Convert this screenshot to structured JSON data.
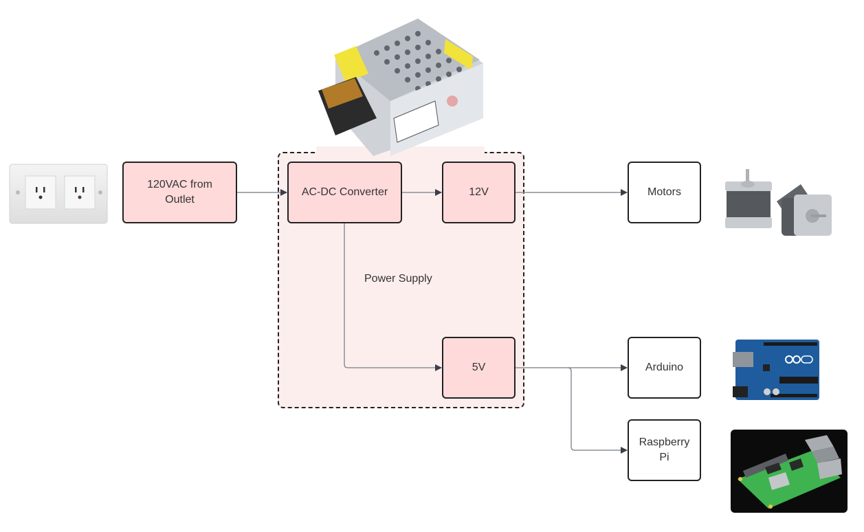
{
  "diagram": {
    "group": {
      "label": "Power Supply"
    },
    "nodes": {
      "outlet_source": {
        "label": "120VAC from Outlet"
      },
      "converter": {
        "label": "AC-DC Converter"
      },
      "v12": {
        "label": "12V"
      },
      "v5": {
        "label": "5V"
      },
      "motors": {
        "label": "Motors"
      },
      "arduino": {
        "label": "Arduino"
      },
      "raspberry_pi": {
        "label": "Raspberry Pi"
      }
    },
    "edges": [
      {
        "from": "120VAC from Outlet",
        "to": "AC-DC Converter"
      },
      {
        "from": "AC-DC Converter",
        "to": "12V"
      },
      {
        "from": "AC-DC Converter",
        "to": "5V"
      },
      {
        "from": "12V",
        "to": "Motors"
      },
      {
        "from": "5V",
        "to": "Arduino"
      },
      {
        "from": "5V",
        "to": "Raspberry Pi"
      }
    ],
    "images": {
      "wall_outlet": "wall-outlet-photo",
      "power_supply": "power-supply-unit-photo",
      "motors": "stepper-motors-photo",
      "arduino": "arduino-uno-photo",
      "raspberry_pi": "raspberry-pi-photo"
    },
    "colors": {
      "node_fill_pink": "#ffdadb",
      "group_fill": "#fdeeee",
      "border": "#222222",
      "wire": "#8a8f96",
      "arrowhead": "#3a3f48"
    }
  }
}
